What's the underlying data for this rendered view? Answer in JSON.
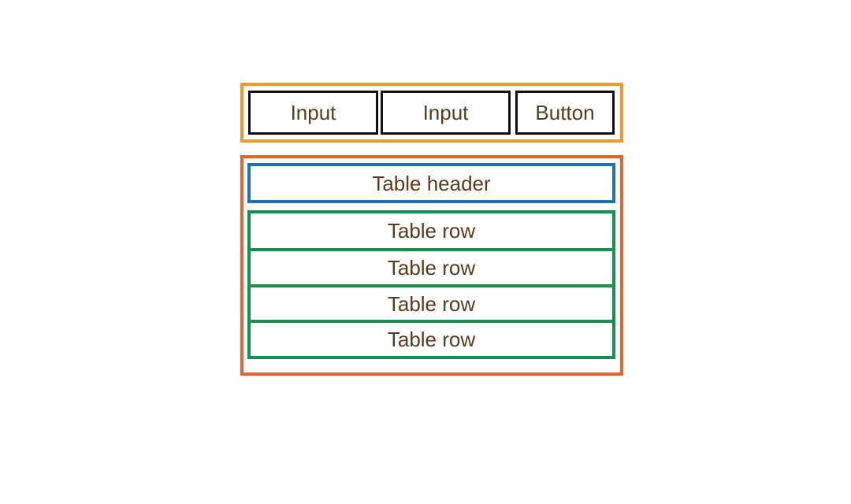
{
  "form": {
    "input_1_label": "Input",
    "input_2_label": "Input",
    "button_label": "Button"
  },
  "table": {
    "header_label": "Table header",
    "rows": [
      "Table row",
      "Table row",
      "Table row",
      "Table row"
    ]
  },
  "colors": {
    "form_group_border": "#ee9a2a",
    "control_border": "#111111",
    "table_container_border": "#e9612f",
    "table_header_border": "#1e73b8",
    "table_row_border": "#15914f",
    "text": "#5b3a1e"
  }
}
